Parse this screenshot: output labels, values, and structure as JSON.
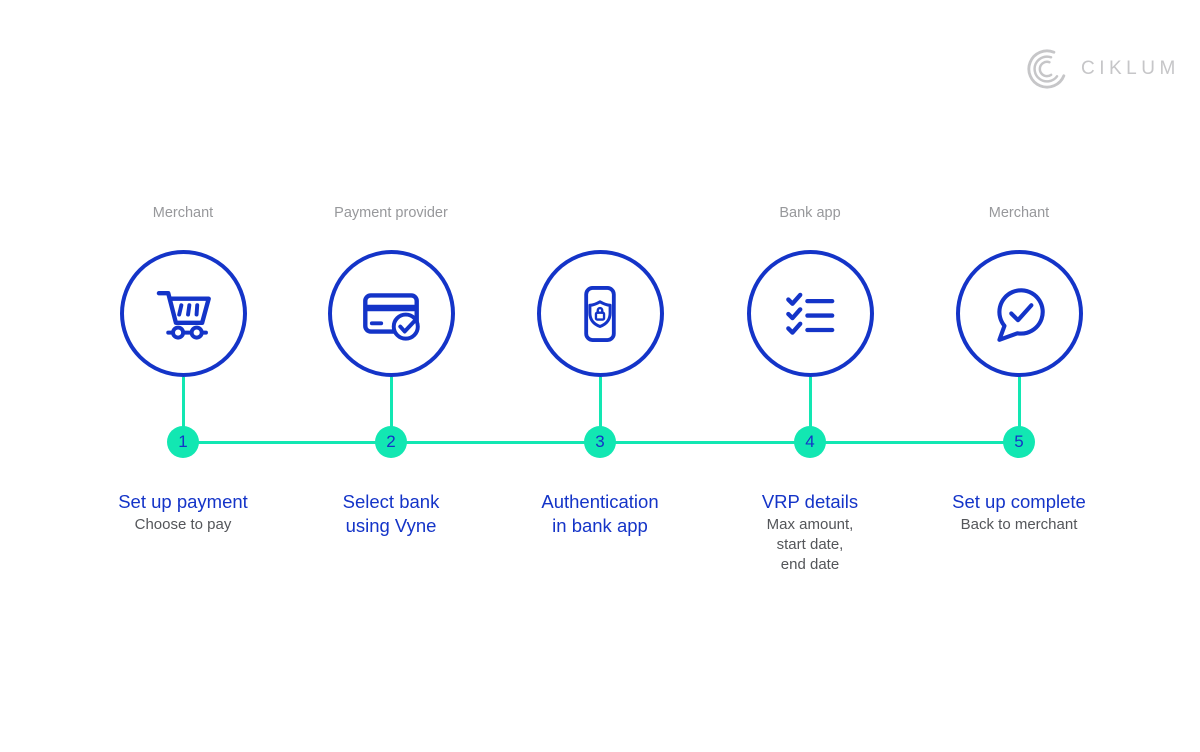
{
  "colors": {
    "accent_blue": "#1434C8",
    "accent_teal": "#12E7B2",
    "label_gray": "#97989B",
    "subtitle_gray": "#54565A",
    "logo_gray": "#C6C6C8"
  },
  "logo": {
    "text": "CIKLUM",
    "icon": "ciklum-arcs-icon"
  },
  "steps": [
    {
      "number": "1",
      "actor": "Merchant",
      "icon": "shopping-cart-icon",
      "title": "Set up payment",
      "subtitle": "Choose to pay"
    },
    {
      "number": "2",
      "actor": "Payment provider",
      "icon": "credit-card-check-icon",
      "title": "Select bank\nusing Vyne",
      "subtitle": ""
    },
    {
      "number": "3",
      "actor": "",
      "icon": "phone-shield-lock-icon",
      "title": "Authentication\nin bank app",
      "subtitle": ""
    },
    {
      "number": "4",
      "actor": "Bank app",
      "icon": "checklist-icon",
      "title": "VRP details",
      "subtitle": "Max amount,\nstart date,\nend date"
    },
    {
      "number": "5",
      "actor": "Merchant",
      "icon": "speech-bubble-check-icon",
      "title": "Set up complete",
      "subtitle": "Back to merchant"
    }
  ]
}
